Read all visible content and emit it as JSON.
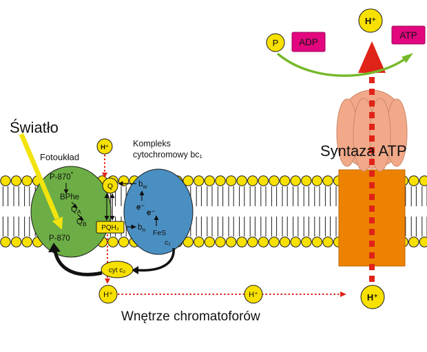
{
  "diagram": {
    "light_label": "Światło",
    "photosystem_label": "Fotoukład",
    "bc1_label_line1": "Kompleks",
    "bc1_label_line2": "cytochromowy bc₁",
    "synthase_label": "Syntaza ATP",
    "lumen_label": "Wnętrze chromatoforów",
    "photosystem": {
      "p870_excited_base": "P-870",
      "p870_excited_sup": "*",
      "bphe": "BPhe",
      "q_base": "Q",
      "qa_sub": "A",
      "qb_sub": "B",
      "p870_ground": "P-870"
    },
    "carriers": {
      "quinone": "Q",
      "quinol": "PQH₂",
      "cyt_c2": "cyt c₂"
    },
    "bc1": {
      "b_base": "b",
      "bw_sub": "w",
      "bn_sub": "n",
      "electron": "e⁻",
      "fes": "FeS",
      "c1": "c₁"
    },
    "proton": "H⁺",
    "energy": {
      "phosphate": "P",
      "adp": "ADP",
      "atp": "ATP"
    },
    "colors": {
      "membrane_yellow": "#F8E000",
      "photosystem_green": "#6CAE45",
      "bc1_blue": "#4A8FC2",
      "channel_orange": "#EC8200",
      "synthase_salmon": "#F1A98A",
      "proton_red": "#E02318",
      "nucleotide_magenta": "#E2077E",
      "atp_arrow_green": "#76B82A",
      "light_yellow": "#F2E30F",
      "photosystem_text_green": "#3B8A24",
      "bc1_text_blue": "#2B6CB8"
    }
  }
}
